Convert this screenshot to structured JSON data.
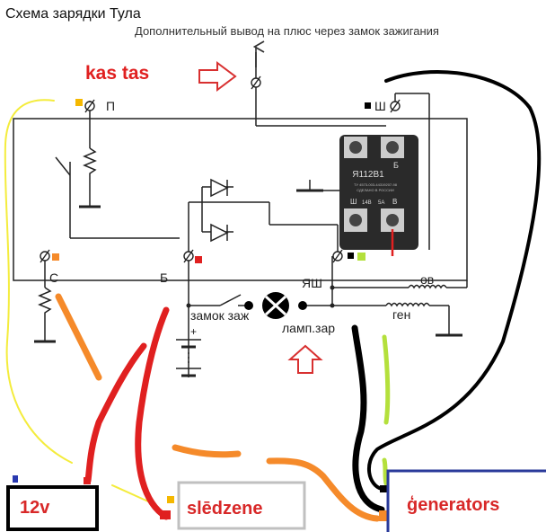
{
  "title": "Схема зарядки Тула",
  "subtitle": "Дополнительный вывод на плюс через замок зажигания",
  "annotation_question": "kas tas",
  "terminals": {
    "p": "П",
    "sh": "Ш",
    "s": "С",
    "b": "Б",
    "yash": "ЯШ"
  },
  "components": {
    "field_winding": "ов",
    "generator_winding": "ген",
    "ignition_switch": "замок заж",
    "charge_lamp": "ламп.зар",
    "battery_plus": "+"
  },
  "regulator": {
    "model": "Я112В1",
    "terminal_top": "Б",
    "line_spec": "ТУ 4573-003-44319207-98",
    "origin": "СДЕЛАНО В РОССИИ",
    "bottom_left": "Ш",
    "voltage": "14В",
    "current": "5А",
    "bottom_right": "В"
  },
  "boxes": {
    "battery": "12v",
    "lock": "slēdzene",
    "generator": "ģenerators"
  },
  "colors": {
    "annotation_red": "#e02020",
    "wire_yellow": "#f4ec3c",
    "wire_orange": "#f58a2a",
    "wire_black": "#000000",
    "wire_green": "#b4e03c",
    "generator_box": "#2a3a9a",
    "lock_box": "#c0c0c0"
  }
}
